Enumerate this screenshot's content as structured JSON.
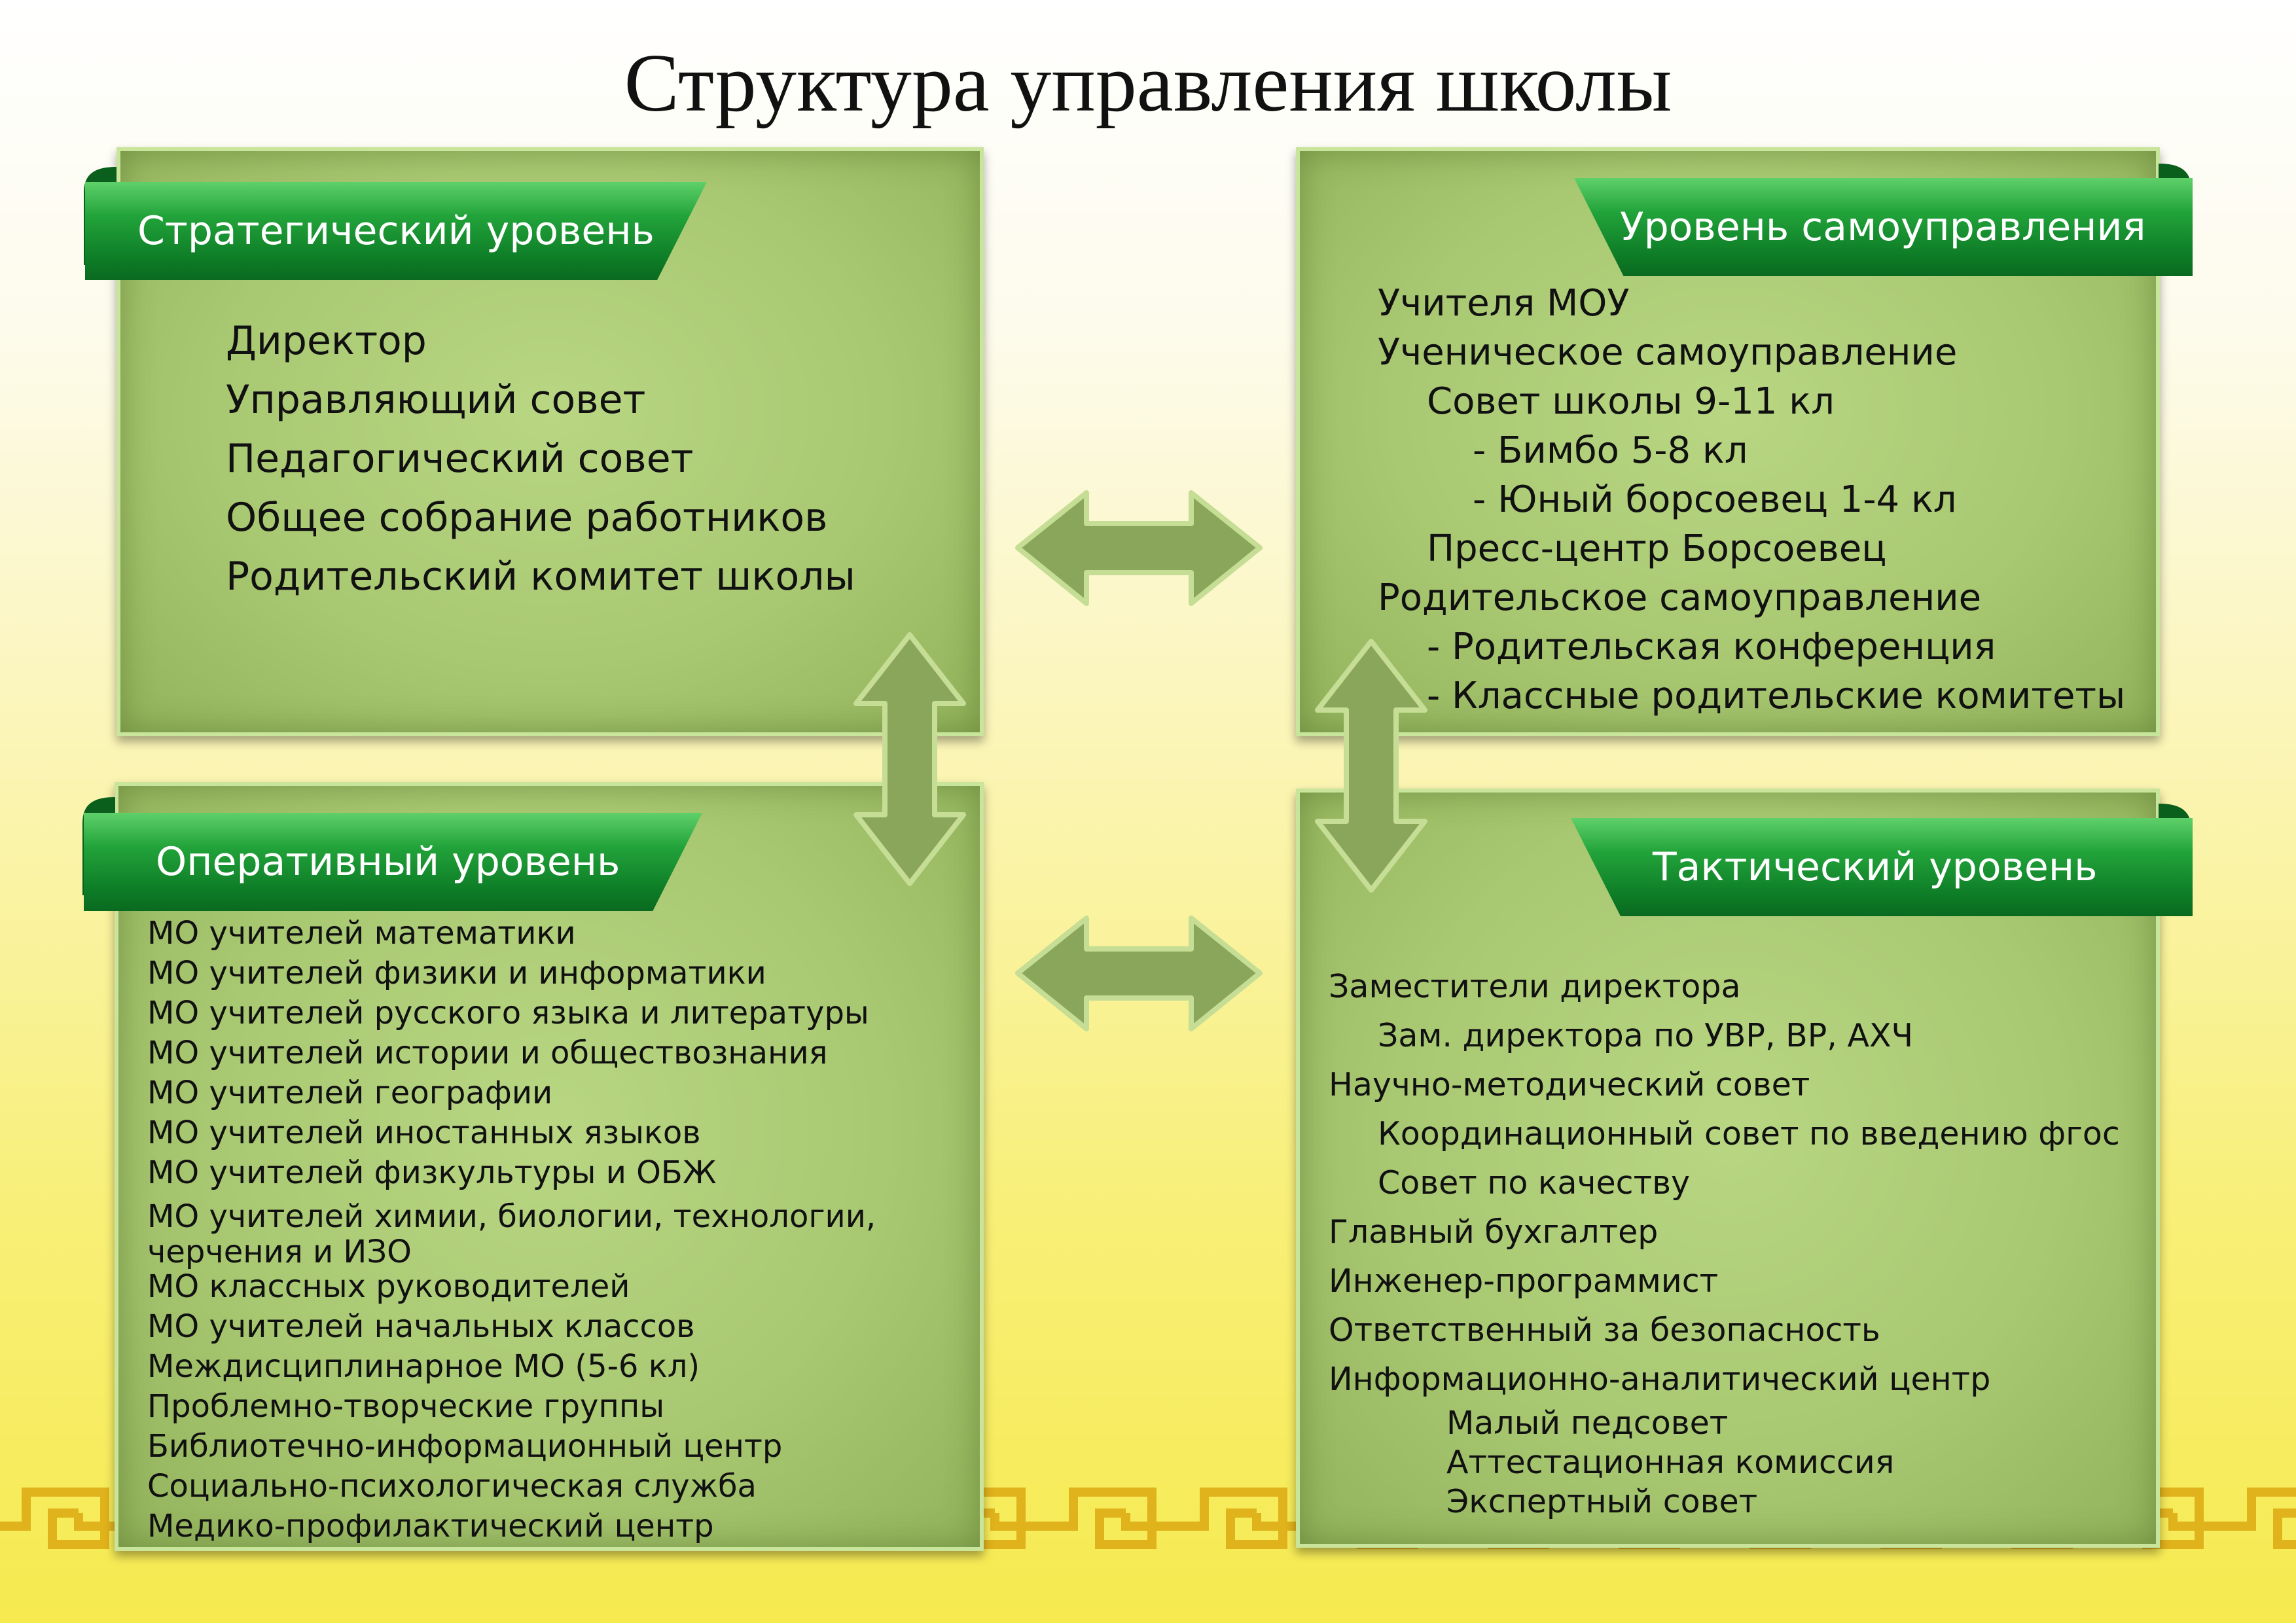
{
  "page_title": "Структура управления школы",
  "colors": {
    "panel": "#a9c872",
    "panel_border": "#c9e49b",
    "banner": "#0d7b26",
    "arrow": "#8aa65a",
    "ornament": "#e0b21c"
  },
  "panels": {
    "strategic": {
      "title": "Стратегический уровень",
      "items": [
        "Директор",
        "Управляющий совет",
        "Педагогический совет",
        "Общее собрание работников",
        "Родительский комитет школы"
      ]
    },
    "selfgov": {
      "title": "Уровень самоуправления",
      "items": [
        "Учителя МОУ",
        "Ученическое самоуправление",
        "Совет школы 9-11 кл",
        "- Бимбо 5-8 кл",
        "- Юный борсоевец 1-4 кл",
        "Пресс-центр Борсоевец",
        "Родительское самоуправление",
        "- Родительская конференция",
        "- Классные родительские комитеты"
      ]
    },
    "operational": {
      "title": "Оперативный уровень",
      "items": [
        "МО учителей математики",
        "МО учителей физики и информатики",
        "МО учителей русского языка и литературы",
        "МО учителей истории и обществознания",
        "МО учителей географии",
        "МО учителей иностанных языков",
        "МО учителей физкультуры и ОБЖ",
        "МО учителей химии, биологии, технологии,",
        "черчения и  ИЗО",
        "МО классных руководителей",
        "МО учителей начальных классов",
        "Междисциплинарное МО (5-6 кл)",
        "Проблемно-творческие группы",
        "Библиотечно-информационный центр",
        "Социально-психологическая служба",
        "Медико-профилактический центр"
      ]
    },
    "tactical": {
      "title": "Тактический уровень",
      "items": [
        "Заместители директора",
        "Зам. директора по УВР, ВР, АХЧ",
        "Научно-методический совет",
        "Координационный совет по введению фгос",
        "Совет по качеству",
        "Главный бухгалтер",
        "Инженер-программист",
        "Ответственный за безопасность",
        "Информационно-аналитический центр",
        "Малый педсовет",
        "Аттестационная комиссия",
        "Экспертный совет"
      ]
    }
  }
}
